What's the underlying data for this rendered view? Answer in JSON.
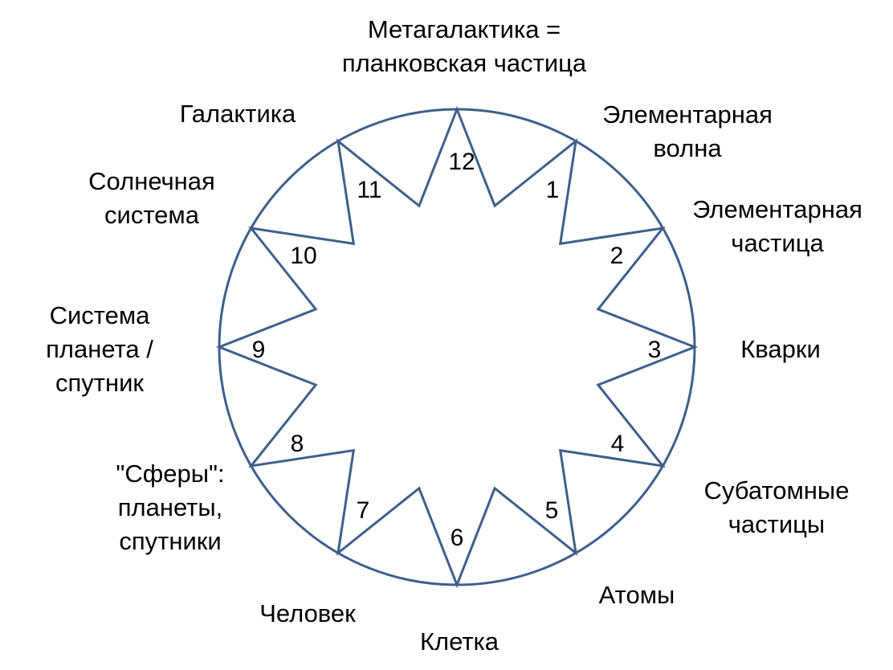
{
  "colors": {
    "stroke": "#3f5f8a",
    "text": "#000000",
    "background": "#ffffff"
  },
  "positions": [
    {
      "number": "12",
      "label": "Метагалактика =\nпланковская частица"
    },
    {
      "number": "1",
      "label": "Элементарная\nволна"
    },
    {
      "number": "2",
      "label": "Элементарная\nчастица"
    },
    {
      "number": "3",
      "label": "Кварки"
    },
    {
      "number": "4",
      "label": "Субатомные\nчастицы"
    },
    {
      "number": "5",
      "label": "Атомы"
    },
    {
      "number": "6",
      "label": "Клетка"
    },
    {
      "number": "7",
      "label": "Человек"
    },
    {
      "number": "8",
      "label": "\"Сферы\":\nпланеты,\nспутники"
    },
    {
      "number": "9",
      "label": "Система\nпланета /\nспутник"
    },
    {
      "number": "10",
      "label": "Солнечная\nсистема"
    },
    {
      "number": "11",
      "label": "Галактика"
    }
  ]
}
